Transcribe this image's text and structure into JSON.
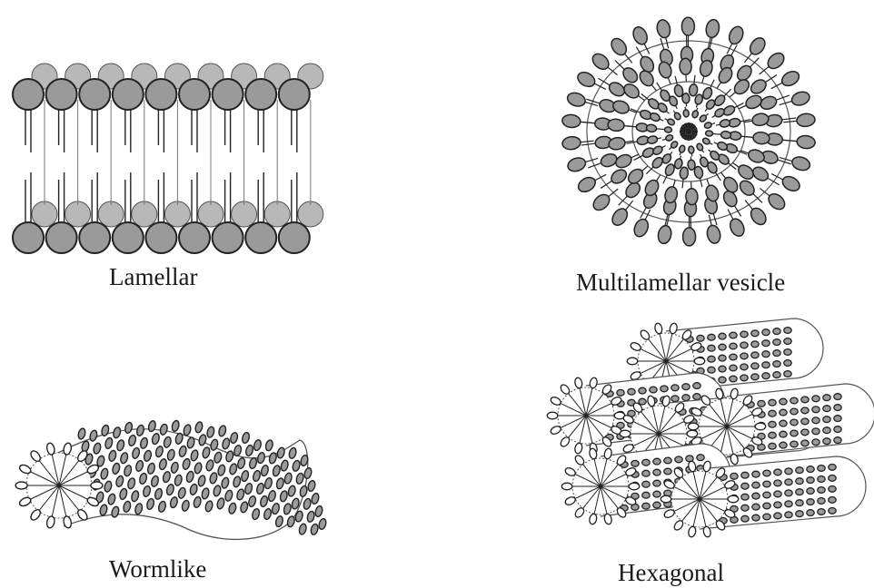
{
  "diagram": {
    "panels": [
      {
        "id": "lamellar",
        "caption": "Lamellar"
      },
      {
        "id": "multilamellar",
        "caption": "Multilamellar vesicle"
      },
      {
        "id": "wormlike",
        "caption": "Wormlike"
      },
      {
        "id": "hexagonal",
        "caption": "Hexagonal"
      }
    ],
    "colors": {
      "head_fill": "#9a9a9a",
      "head_fill_back": "#b8b8b8",
      "head_stroke": "#222222",
      "tail": "#222222",
      "outline": "#555555",
      "caption": "#1a1a1a"
    }
  }
}
